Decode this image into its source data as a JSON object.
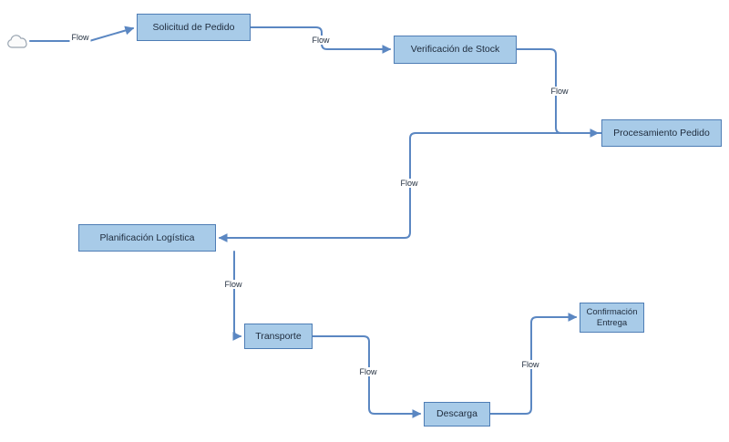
{
  "diagram": {
    "start_node": {
      "icon": "cloud-icon"
    },
    "nodes": [
      {
        "id": "solicitud",
        "label": "Solicitud de Pedido"
      },
      {
        "id": "verificacion",
        "label": "Verificación de Stock"
      },
      {
        "id": "procesamiento",
        "label": "Procesamiento Pedido"
      },
      {
        "id": "planificacion",
        "label": "Planificación Logística"
      },
      {
        "id": "transporte",
        "label": "Transporte"
      },
      {
        "id": "descarga",
        "label": "Descarga"
      },
      {
        "id": "confirmacion",
        "label": "Confirmación Entrega"
      }
    ],
    "edges": [
      {
        "label": "Flow",
        "from": "start",
        "to": "Solicitud de Pedido"
      },
      {
        "label": "Flow",
        "from": "Solicitud de Pedido",
        "to": "Verificación de Stock"
      },
      {
        "label": "Flow",
        "from": "Verificación de Stock",
        "to": "Procesamiento Pedido"
      },
      {
        "label": "Flow",
        "from": "Procesamiento Pedido",
        "to": "Planificación Logística"
      },
      {
        "label": "Flow",
        "from": "Planificación Logística",
        "to": "Transporte"
      },
      {
        "label": "Flow",
        "from": "Transporte",
        "to": "Descarga"
      },
      {
        "label": "Flow",
        "from": "Descarga",
        "to": "Confirmación Entrega"
      }
    ],
    "colors": {
      "node_fill": "#a8cbe8",
      "node_border": "#4e7db5",
      "connector": "#5b87c2",
      "text": "#1e2b3c"
    }
  }
}
